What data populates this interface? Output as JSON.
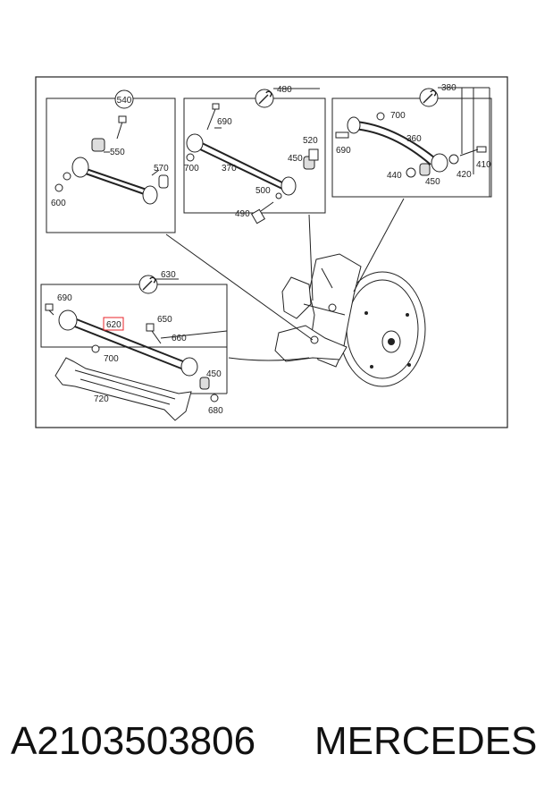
{
  "groups": {
    "g540": {
      "badge": "540",
      "labels": {
        "l550": "550",
        "l570": "570",
        "l600": "600"
      }
    },
    "g480": {
      "badge": "480",
      "labels": {
        "l690": "690",
        "l700": "700",
        "l370": "370",
        "l520": "520",
        "l450": "450",
        "l500": "500",
        "l490": "490"
      }
    },
    "g380": {
      "badge": "380",
      "labels": {
        "l700": "700",
        "l690": "690",
        "l360": "360",
        "l410": "410",
        "l440": "440",
        "l450": "450",
        "l420": "420"
      }
    },
    "g630": {
      "labels": {
        "l630": "630",
        "l690": "690",
        "l620": "620",
        "l650": "650",
        "l660": "660",
        "l700": "700",
        "l450": "450",
        "l720": "720",
        "l680": "680"
      }
    }
  },
  "footer": {
    "part_number": "A2103503806",
    "brand": "MERCEDES"
  },
  "colors": {
    "highlight": "#e8232a"
  },
  "icons": {
    "group_badge": "wrench-icon"
  }
}
